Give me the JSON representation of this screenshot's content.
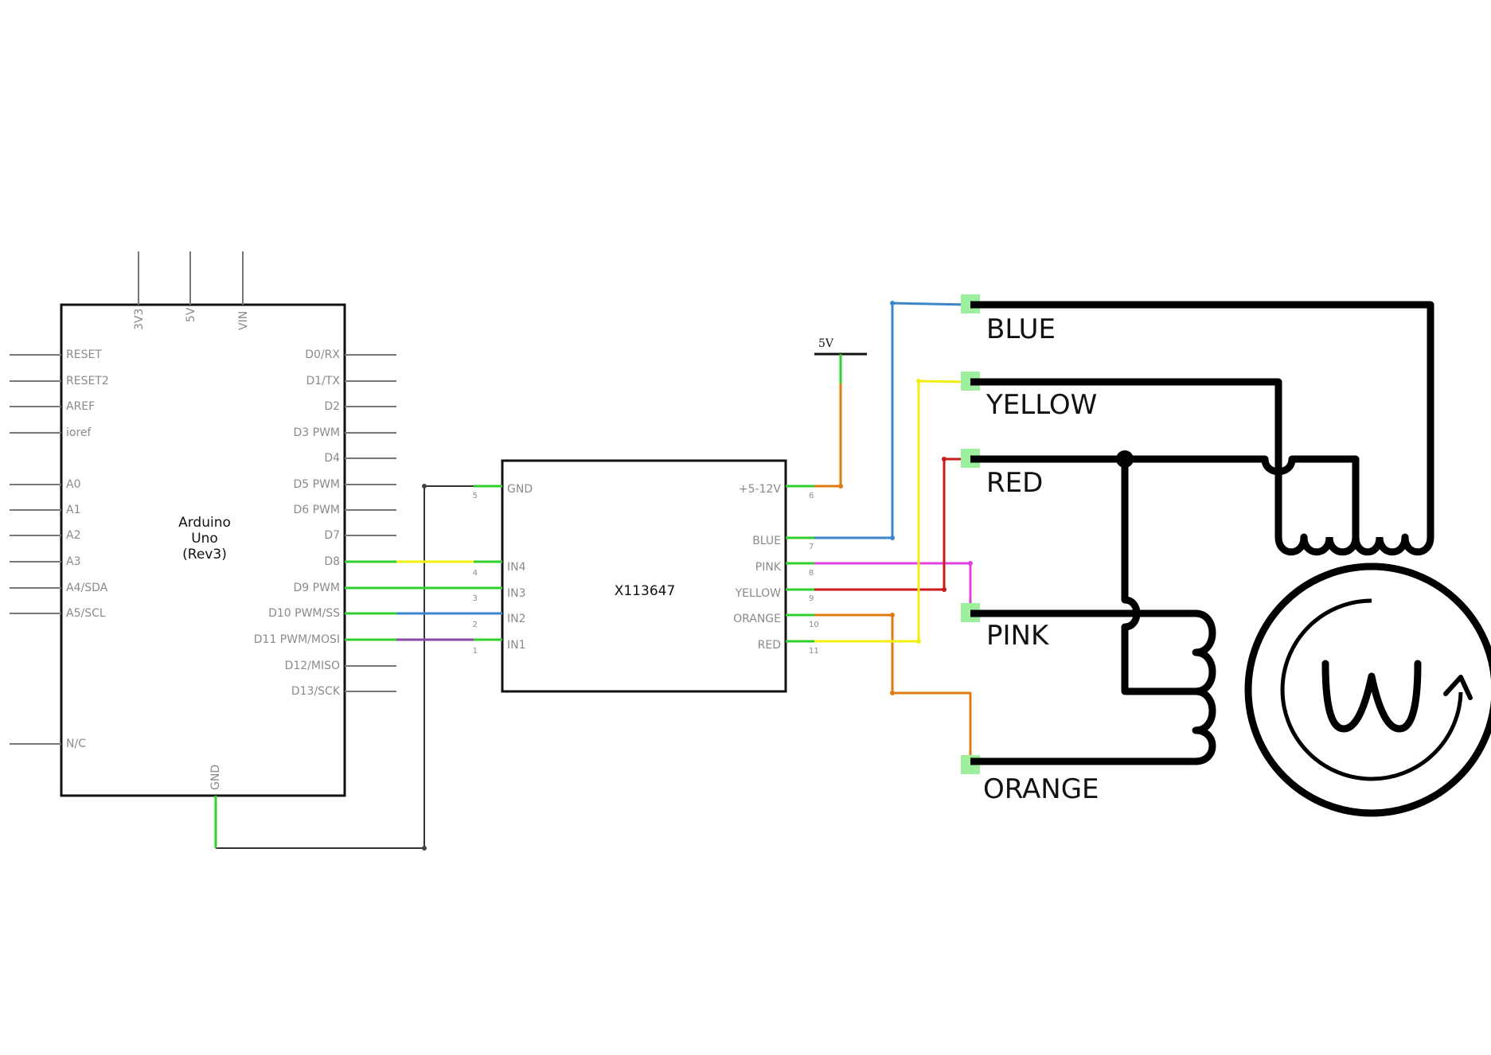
{
  "arduino": {
    "title": [
      "Arduino",
      "Uno",
      "(Rev3)"
    ],
    "top_pins": [
      "3V3",
      "5V",
      "VIN"
    ],
    "left_pins": [
      "RESET",
      "RESET2",
      "AREF",
      "ioref",
      "A0",
      "A1",
      "A2",
      "A3",
      "A4/SDA",
      "A5/SCL",
      "N/C"
    ],
    "right_pins": [
      "D0/RX",
      "D1/TX",
      "D2",
      "D3 PWM",
      "D4",
      "D5 PWM",
      "D6 PWM",
      "D7",
      "D8",
      "D9 PWM",
      "D10 PWM/SS",
      "D11 PWM/MOSI",
      "D12/MISO",
      "D13/SCK"
    ],
    "bottom_pin": "GND"
  },
  "driver": {
    "title": "X113647",
    "left_pins": [
      {
        "label": "GND",
        "num": "5"
      },
      {
        "label": "IN4",
        "num": "4"
      },
      {
        "label": "IN3",
        "num": "3"
      },
      {
        "label": "IN2",
        "num": "2"
      },
      {
        "label": "IN1",
        "num": "1"
      }
    ],
    "right_pins": [
      {
        "label": "+5-12V",
        "num": "6"
      },
      {
        "label": "BLUE",
        "num": "7"
      },
      {
        "label": "PINK",
        "num": "8"
      },
      {
        "label": "YELLOW",
        "num": "9"
      },
      {
        "label": "ORANGE",
        "num": "10"
      },
      {
        "label": "RED",
        "num": "11"
      }
    ]
  },
  "power_label": "5V",
  "motor_labels": [
    "BLUE",
    "YELLOW",
    "RED",
    "PINK",
    "ORANGE"
  ],
  "colors": {
    "pin_line": "#777777",
    "pin_active": "#2fcf2f",
    "wire_black": "#333333",
    "wire_yellow": "#f0ef10",
    "wire_blue": "#3a86c8",
    "wire_purple": "#8a4aa8",
    "wire_orange": "#e07a10",
    "wire_pink": "#e040e0",
    "wire_red": "#cc1a1a",
    "terminal": "#9cef9c"
  }
}
